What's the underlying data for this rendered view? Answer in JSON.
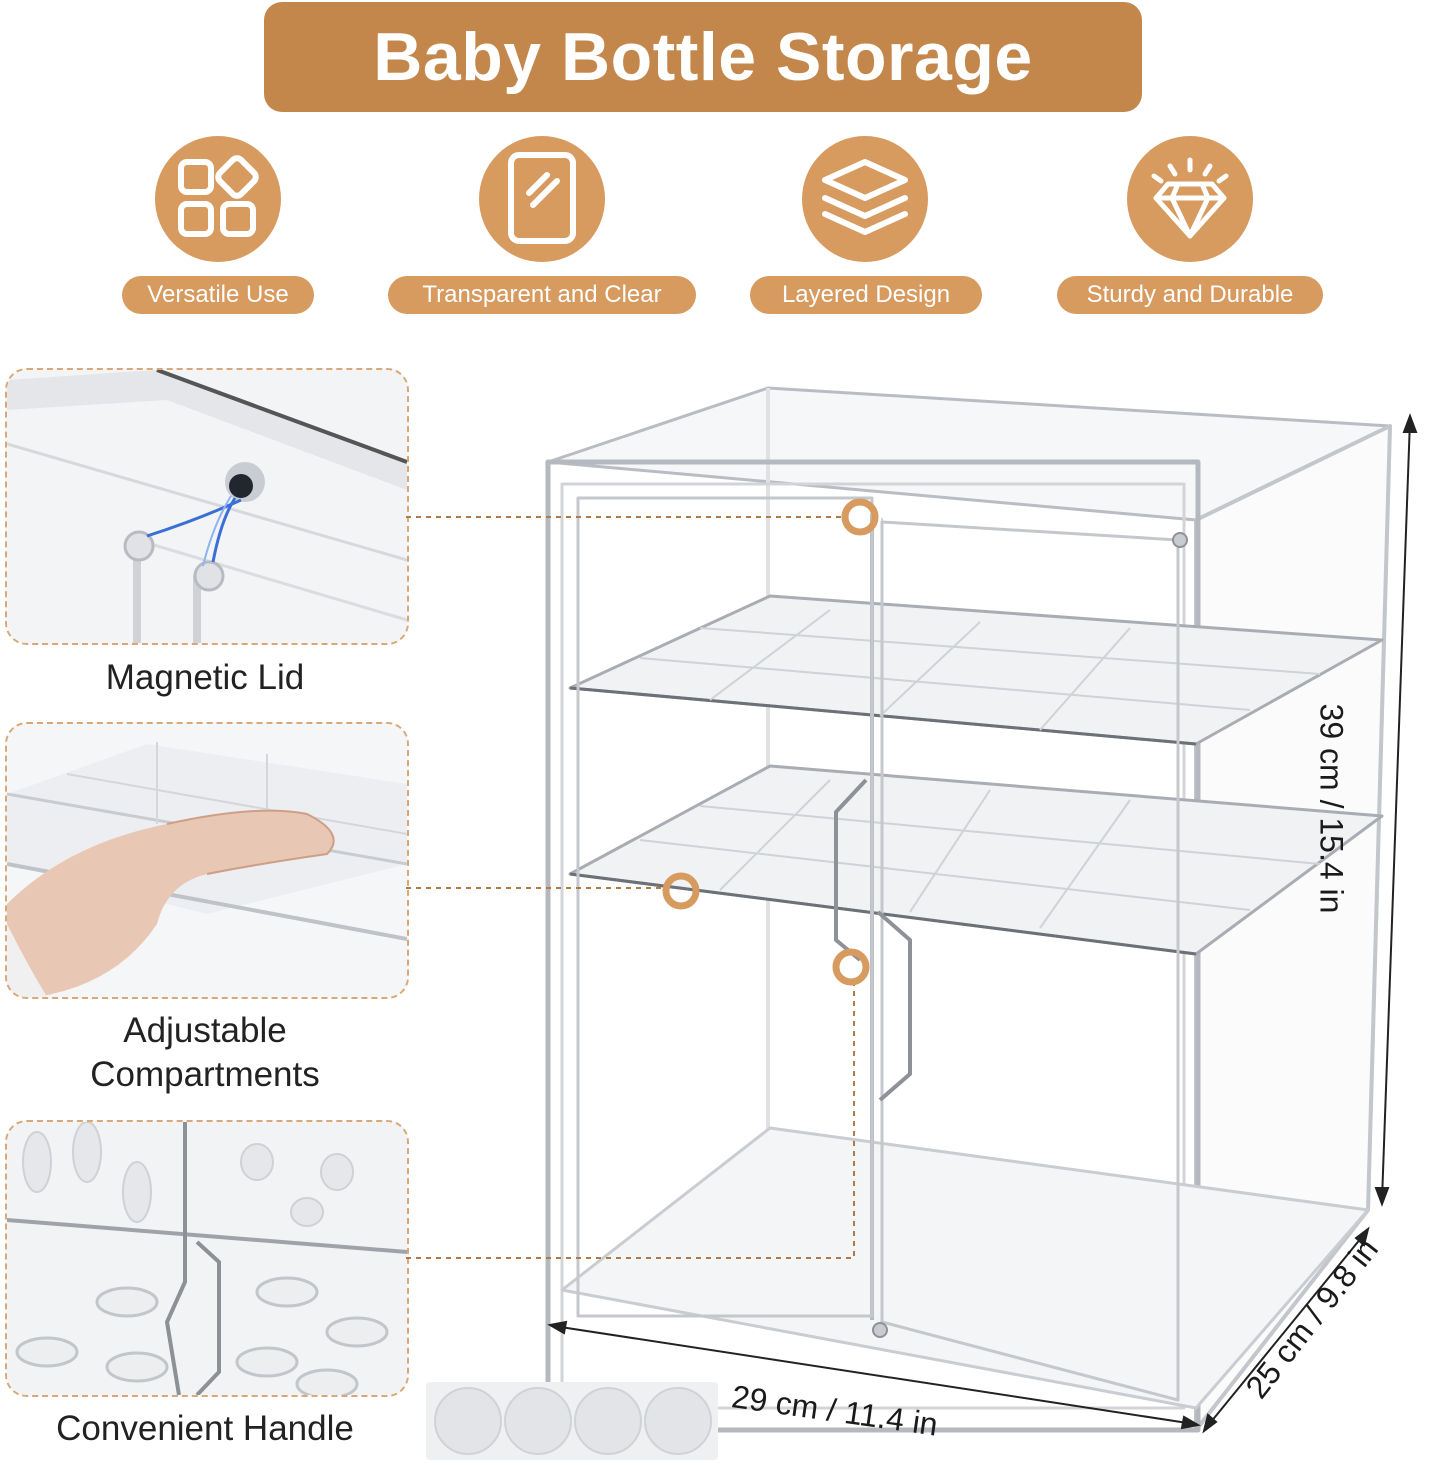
{
  "title": "Baby Bottle Storage",
  "colors": {
    "accent": "#c4874b",
    "pill": "#d79a5f",
    "dashed": "#d9a878",
    "leader": "#b07a45",
    "text_dark": "#222222"
  },
  "features": [
    {
      "icon": "squares-diamond-icon",
      "label": "Versatile Use"
    },
    {
      "icon": "mirror-panel-icon",
      "label": "Transparent and Clear"
    },
    {
      "icon": "layers-icon",
      "label": "Layered Design"
    },
    {
      "icon": "diamond-icon",
      "label": "Sturdy and Durable"
    }
  ],
  "details": [
    {
      "caption": "Magnetic Lid"
    },
    {
      "caption_line1": "Adjustable",
      "caption_line2": "Compartments"
    },
    {
      "caption": "Convenient Handle"
    }
  ],
  "dimensions": {
    "height": "39 cm / 15.4 in",
    "width": "29 cm / 11.4 in",
    "depth": "25 cm / 9.8 in"
  }
}
